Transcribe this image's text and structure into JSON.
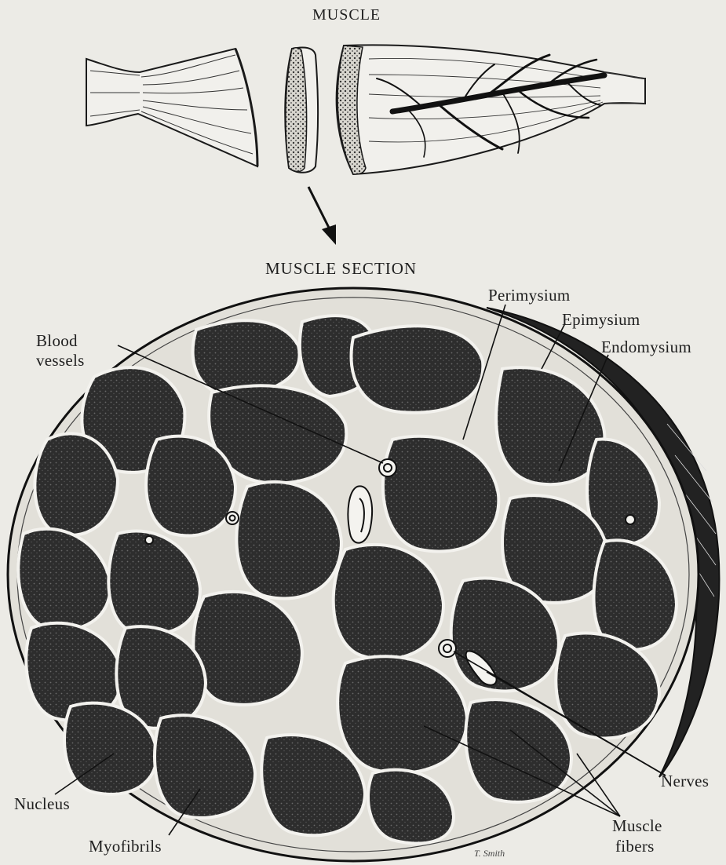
{
  "headings": {
    "muscle": "MUSCLE",
    "section": "MUSCLE SECTION"
  },
  "labels": {
    "blood_vessels_line1": "Blood",
    "blood_vessels_line2": "vessels",
    "perimysium": "Perimysium",
    "epimysium": "Epimysium",
    "endomysium": "Endomysium",
    "nerves": "Nerves",
    "nucleus": "Nucleus",
    "myofibrils": "Myofibrils",
    "muscle_fibers_line1": "Muscle",
    "muscle_fibers_line2": "fibers"
  },
  "signature": "T. Smith",
  "colors": {
    "paper": "#ecebe6",
    "ink": "#1a1a1a",
    "fascicle": "#2b2b2b",
    "connective_tissue": "#e4e2dc"
  }
}
